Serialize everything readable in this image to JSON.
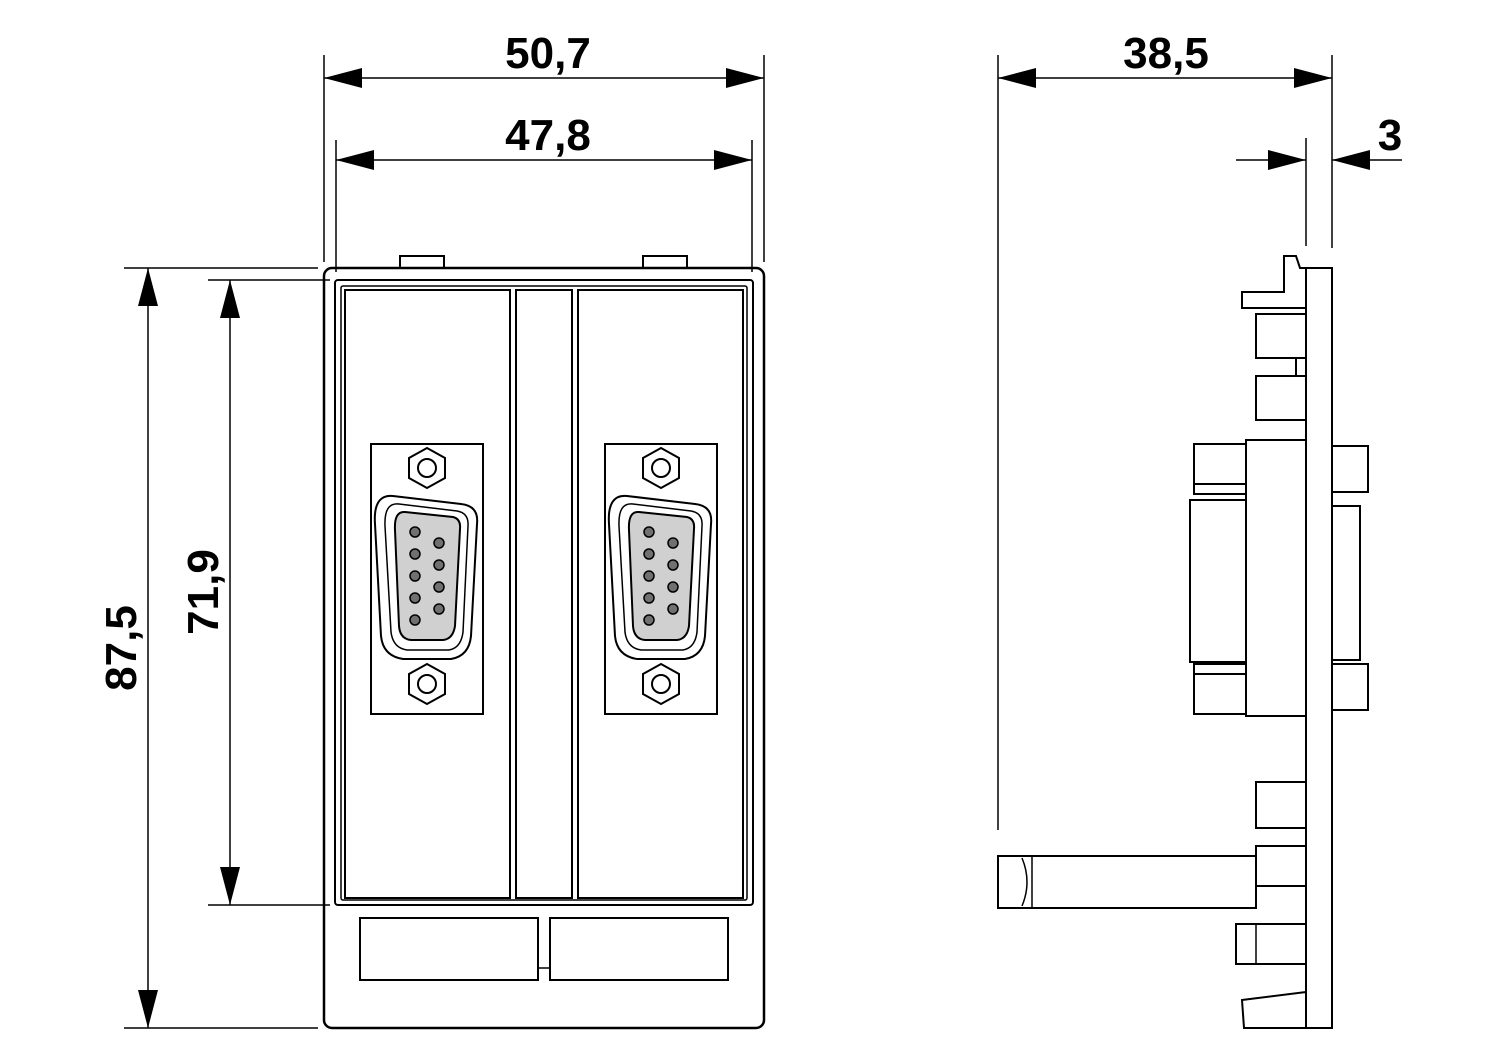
{
  "dimensions": {
    "front_width_outer": "50,7",
    "front_width_inner": "47,8",
    "front_height_outer": "87,5",
    "front_height_inner": "71,9",
    "side_depth": "38,5",
    "side_plate_thickness": "3"
  },
  "connectors": [
    {
      "type": "D-SUB 9",
      "pins_top_row": 5,
      "pins_bottom_row": 4
    },
    {
      "type": "D-SUB 9",
      "pins_top_row": 5,
      "pins_bottom_row": 4
    }
  ],
  "colors": {
    "line": "#000000",
    "background": "#ffffff",
    "contact_insert": "#d0d0d0",
    "pin": "#707070"
  }
}
